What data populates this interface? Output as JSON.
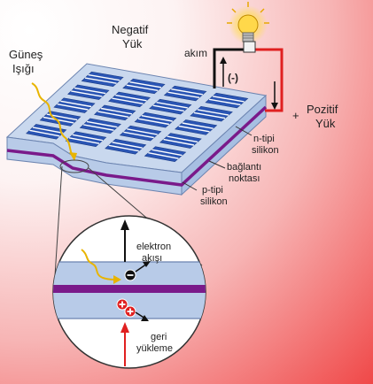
{
  "labels": {
    "sunlight_line1": "Güneş",
    "sunlight_line2": "Işığı",
    "negative_line1": "Negatif",
    "negative_line2": "Yük",
    "current": "akım",
    "minus_sign": "(-)",
    "positive_prefix": "+",
    "positive_line1": "Pozitif",
    "positive_line2": "Yük",
    "n_type_line1": "n-tipi",
    "n_type_line2": "silikon",
    "junction_line1": "bağlantı",
    "junction_line2": "noktası",
    "p_type_line1": "p-tipi",
    "p_type_line2": "silikon",
    "electron_flow_line1": "elektron",
    "electron_flow_line2": "akışı",
    "recharge_line1": "geri",
    "recharge_line2": "yükleme"
  },
  "colors": {
    "cell_blue": "#2a55b4",
    "panel_light": "#b8cbe8",
    "junction_purple": "#7a1a8a",
    "wire_black": "#111111",
    "wire_red": "#e02020",
    "sun_ray": "#e8b400",
    "bulb_yellow": "#ffd84a"
  },
  "icons": {
    "bulb": "light-bulb-icon",
    "electron": "minus-circle-icon",
    "hole": "plus-circle-icon"
  }
}
